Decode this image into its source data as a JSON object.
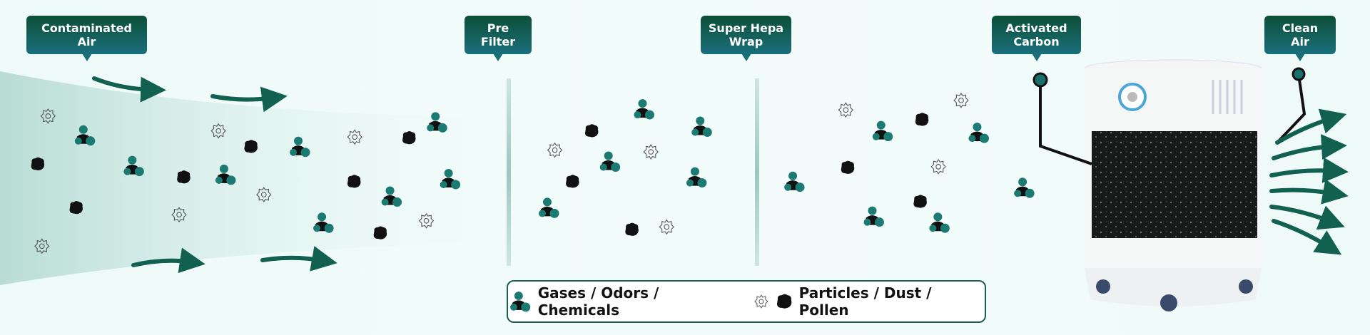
{
  "labels": {
    "contaminated": "Contaminated Air",
    "pre_filter": "Pre Filter",
    "hepa": "Super Hepa Wrap",
    "carbon": "Activated Carbon",
    "clean": "Clean Air"
  },
  "legend": {
    "gases": "Gases / Odors / Chemicals",
    "particles": "Particles / Dust / Pollen"
  },
  "colors": {
    "brand_dark": "#0d4f35",
    "brand_teal": "#1a6f7d",
    "molecule": "#1b7a72"
  }
}
